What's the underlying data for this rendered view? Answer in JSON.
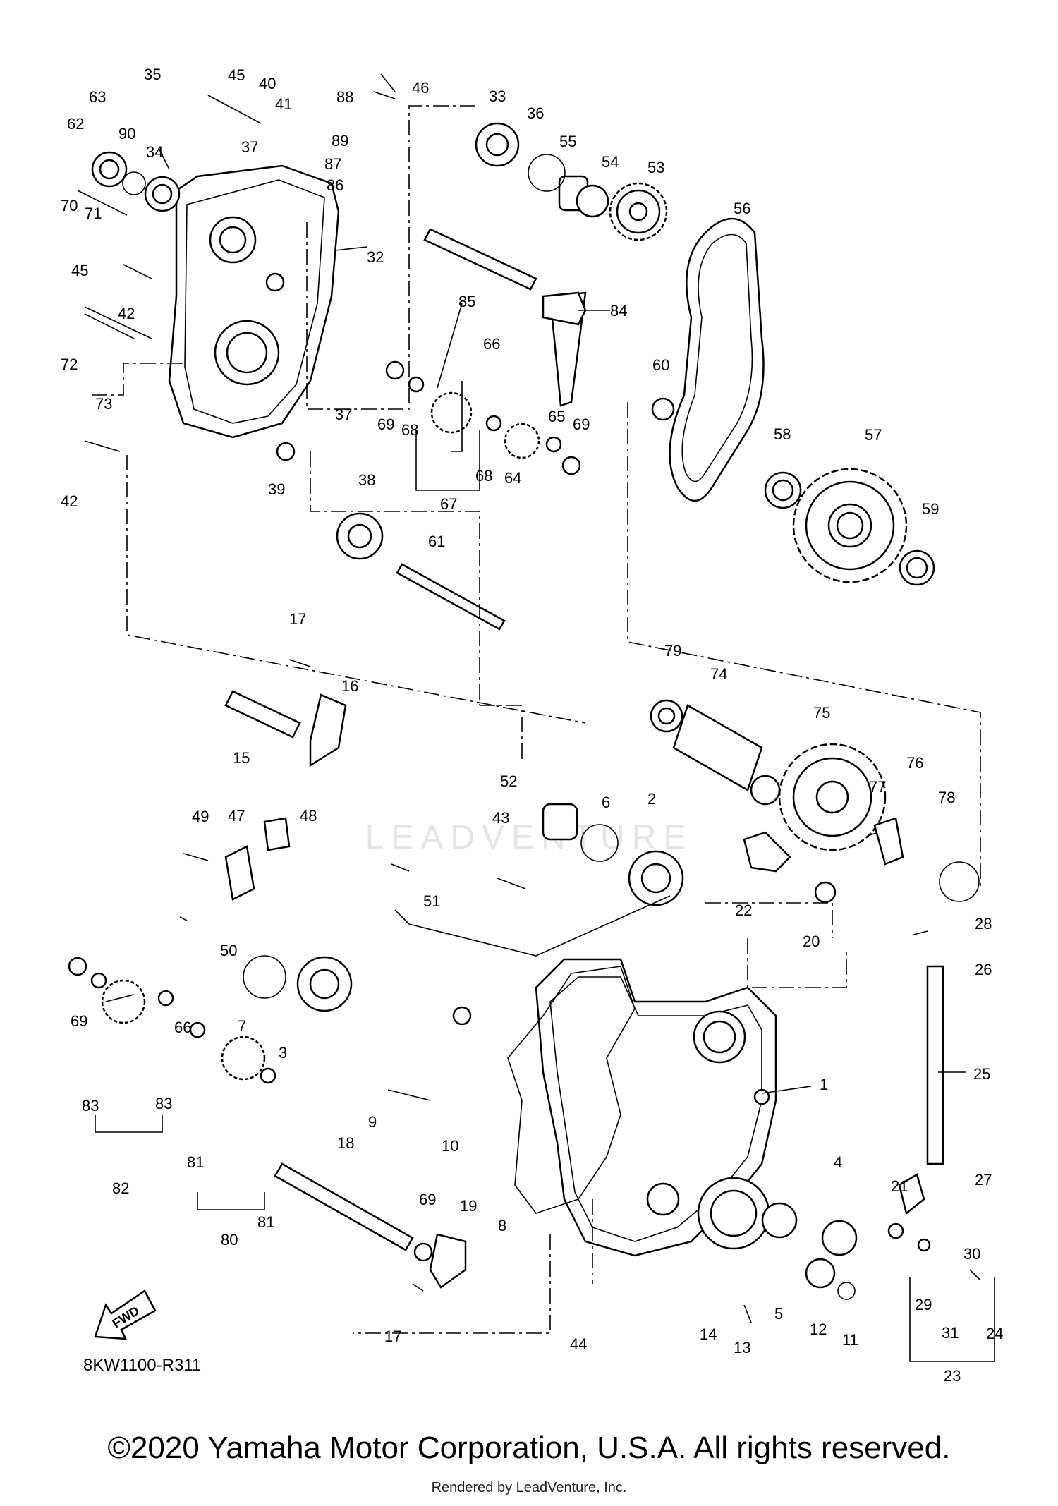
{
  "diagram": {
    "code": "8KW1100-R311",
    "fwd_label": "FWD",
    "callouts": [
      "1",
      "2",
      "3",
      "4",
      "5",
      "6",
      "7",
      "8",
      "9",
      "10",
      "11",
      "12",
      "13",
      "14",
      "15",
      "16",
      "17",
      "17",
      "18",
      "19",
      "20",
      "21",
      "22",
      "23",
      "24",
      "25",
      "26",
      "27",
      "28",
      "29",
      "30",
      "31",
      "32",
      "33",
      "34",
      "35",
      "36",
      "37",
      "37",
      "38",
      "39",
      "40",
      "41",
      "42",
      "42",
      "43",
      "44",
      "45",
      "45",
      "46",
      "47",
      "48",
      "49",
      "50",
      "51",
      "52",
      "53",
      "54",
      "55",
      "56",
      "57",
      "58",
      "59",
      "60",
      "61",
      "62",
      "63",
      "64",
      "65",
      "66",
      "66",
      "67",
      "68",
      "68",
      "69",
      "69",
      "69",
      "69",
      "70",
      "71",
      "72",
      "73",
      "74",
      "75",
      "76",
      "77",
      "78",
      "79",
      "80",
      "81",
      "81",
      "82",
      "83",
      "83",
      "84",
      "85",
      "86",
      "87",
      "88",
      "89",
      "90"
    ]
  },
  "watermark": "LEADVENTURE",
  "footer": {
    "copyright": "©2020 Yamaha Motor Corporation, U.S.A. All rights reserved.",
    "rendered_by": "Rendered by LeadVenture, Inc."
  }
}
